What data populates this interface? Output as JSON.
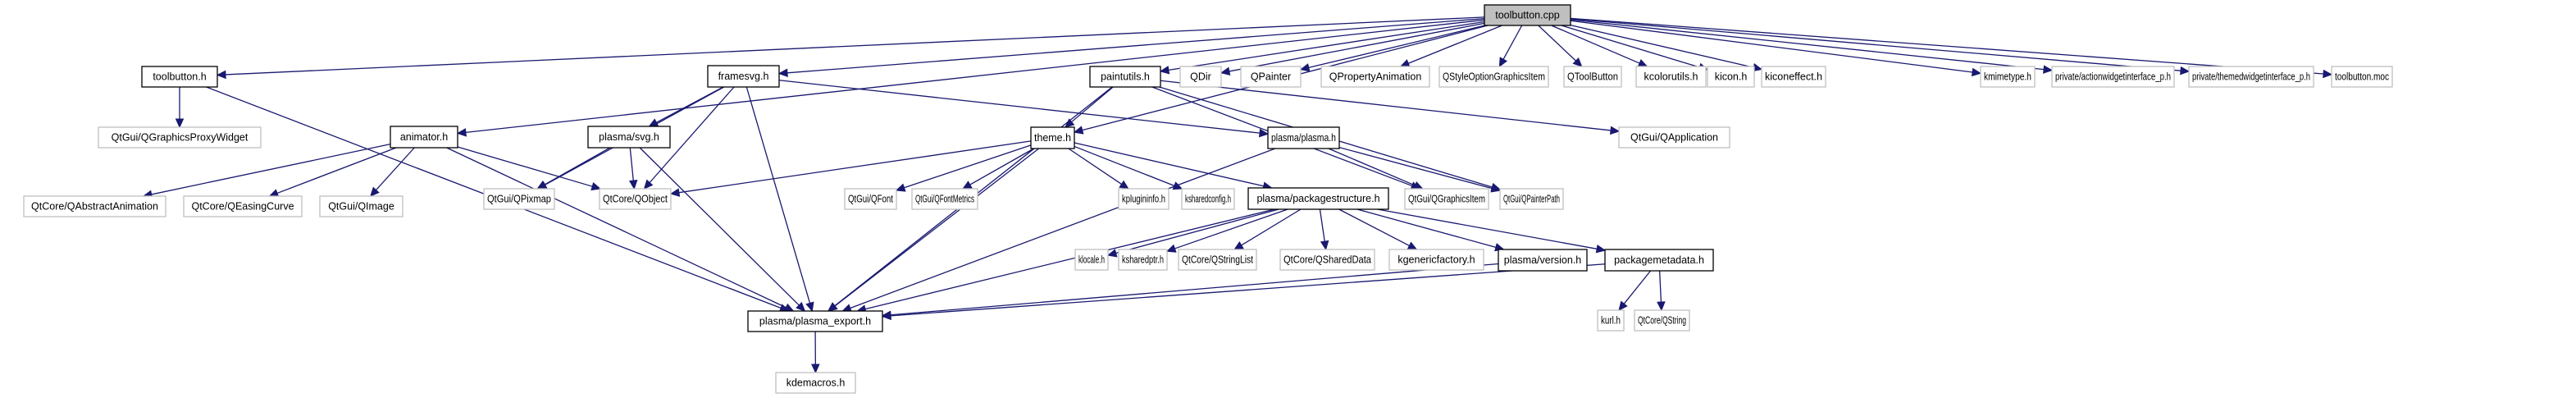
{
  "diagram": {
    "type": "include-dependency-graph",
    "root": "toolbutton.cpp",
    "colors": {
      "edge": "#191970",
      "root_fill": "#bfbfbf",
      "internal_border": "#000000",
      "external_border": "#bfbfbf"
    },
    "nodes": [
      {
        "id": "toolbutton_cpp",
        "label": "toolbutton.cpp",
        "kind": "root"
      },
      {
        "id": "toolbutton_h",
        "label": "toolbutton.h",
        "kind": "internal"
      },
      {
        "id": "qgraphicsproxywidget",
        "label": "QtGui/QGraphicsProxyWidget",
        "kind": "external"
      },
      {
        "id": "framesvg_h",
        "label": "framesvg.h",
        "kind": "internal"
      },
      {
        "id": "paintutils_h",
        "label": "paintutils.h",
        "kind": "internal"
      },
      {
        "id": "qdir",
        "label": "QDir",
        "kind": "external"
      },
      {
        "id": "qpainter",
        "label": "QPainter",
        "kind": "external"
      },
      {
        "id": "qpropertyanimation",
        "label": "QPropertyAnimation",
        "kind": "external"
      },
      {
        "id": "qstyleoptiongraphicsitem",
        "label": "QStyleOptionGraphicsItem",
        "kind": "external"
      },
      {
        "id": "qtoolbutton",
        "label": "QToolButton",
        "kind": "external"
      },
      {
        "id": "kcolorutils_h",
        "label": "kcolorutils.h",
        "kind": "external"
      },
      {
        "id": "kicon_h",
        "label": "kicon.h",
        "kind": "external"
      },
      {
        "id": "kiconeffect_h",
        "label": "kiconeffect.h",
        "kind": "external"
      },
      {
        "id": "kmimetype_h",
        "label": "kmimetype.h",
        "kind": "external"
      },
      {
        "id": "actionwidgetinterface",
        "label": "private/actionwidgetinterface_p.h",
        "kind": "external"
      },
      {
        "id": "themedwidgetinterface",
        "label": "private/themedwidgetinterface_p.h",
        "kind": "external"
      },
      {
        "id": "toolbutton_moc",
        "label": "toolbutton.moc",
        "kind": "external"
      },
      {
        "id": "animator_h",
        "label": "animator.h",
        "kind": "internal"
      },
      {
        "id": "svg_h",
        "label": "plasma/svg.h",
        "kind": "internal"
      },
      {
        "id": "theme_h",
        "label": "theme.h",
        "kind": "internal"
      },
      {
        "id": "plasma_h",
        "label": "plasma/plasma.h",
        "kind": "internal"
      },
      {
        "id": "qapplication",
        "label": "QtGui/QApplication",
        "kind": "external"
      },
      {
        "id": "qabstractanimation",
        "label": "QtCore/QAbstractAnimation",
        "kind": "external"
      },
      {
        "id": "qeasingcurve",
        "label": "QtCore/QEasingCurve",
        "kind": "external"
      },
      {
        "id": "qimage",
        "label": "QtGui/QImage",
        "kind": "external"
      },
      {
        "id": "qpixmap",
        "label": "QtGui/QPixmap",
        "kind": "external"
      },
      {
        "id": "qobject",
        "label": "QtCore/QObject",
        "kind": "external"
      },
      {
        "id": "qfont",
        "label": "QtGui/QFont",
        "kind": "external"
      },
      {
        "id": "qfontmetrics",
        "label": "QtGui/QFontMetrics",
        "kind": "external"
      },
      {
        "id": "kplugininfo_h",
        "label": "kplugininfo.h",
        "kind": "external"
      },
      {
        "id": "ksharedconfig_h",
        "label": "ksharedconfig.h",
        "kind": "external"
      },
      {
        "id": "packagestructure_h",
        "label": "plasma/packagestructure.h",
        "kind": "internal"
      },
      {
        "id": "qgraphicsitem",
        "label": "QtGui/QGraphicsItem",
        "kind": "external"
      },
      {
        "id": "qpainterpath",
        "label": "QtGui/QPainterPath",
        "kind": "external"
      },
      {
        "id": "klocale_h",
        "label": "klocale.h",
        "kind": "external"
      },
      {
        "id": "ksharedptr_h",
        "label": "ksharedptr.h",
        "kind": "external"
      },
      {
        "id": "qstringlist",
        "label": "QtCore/QStringList",
        "kind": "external"
      },
      {
        "id": "qshareddata",
        "label": "QtCore/QSharedData",
        "kind": "external"
      },
      {
        "id": "kgenericfactory_h",
        "label": "kgenericfactory.h",
        "kind": "external"
      },
      {
        "id": "version_h",
        "label": "plasma/version.h",
        "kind": "internal"
      },
      {
        "id": "packagemetadata_h",
        "label": "packagemetadata.h",
        "kind": "internal"
      },
      {
        "id": "plasma_export_h",
        "label": "plasma/plasma_export.h",
        "kind": "internal"
      },
      {
        "id": "kurl_h",
        "label": "kurl.h",
        "kind": "external"
      },
      {
        "id": "qstring",
        "label": "QtCore/QString",
        "kind": "external"
      },
      {
        "id": "kdemacros_h",
        "label": "kdemacros.h",
        "kind": "external"
      }
    ],
    "edges": [
      [
        "toolbutton_cpp",
        "toolbutton_h"
      ],
      [
        "toolbutton_cpp",
        "framesvg_h"
      ],
      [
        "toolbutton_cpp",
        "paintutils_h"
      ],
      [
        "toolbutton_cpp",
        "qdir"
      ],
      [
        "toolbutton_cpp",
        "qpainter"
      ],
      [
        "toolbutton_cpp",
        "qpropertyanimation"
      ],
      [
        "toolbutton_cpp",
        "qstyleoptiongraphicsitem"
      ],
      [
        "toolbutton_cpp",
        "qtoolbutton"
      ],
      [
        "toolbutton_cpp",
        "kcolorutils_h"
      ],
      [
        "toolbutton_cpp",
        "kicon_h"
      ],
      [
        "toolbutton_cpp",
        "kiconeffect_h"
      ],
      [
        "toolbutton_cpp",
        "kmimetype_h"
      ],
      [
        "toolbutton_cpp",
        "actionwidgetinterface"
      ],
      [
        "toolbutton_cpp",
        "themedwidgetinterface"
      ],
      [
        "toolbutton_cpp",
        "toolbutton_moc"
      ],
      [
        "toolbutton_cpp",
        "animator_h"
      ],
      [
        "toolbutton_cpp",
        "theme_h"
      ],
      [
        "toolbutton_h",
        "qgraphicsproxywidget"
      ],
      [
        "toolbutton_h",
        "plasma_export_h"
      ],
      [
        "framesvg_h",
        "svg_h"
      ],
      [
        "framesvg_h",
        "qobject"
      ],
      [
        "framesvg_h",
        "qpixmap"
      ],
      [
        "framesvg_h",
        "plasma_export_h"
      ],
      [
        "framesvg_h",
        "plasma_h"
      ],
      [
        "paintutils_h",
        "theme_h"
      ],
      [
        "paintutils_h",
        "qapplication"
      ],
      [
        "paintutils_h",
        "qgraphicsitem"
      ],
      [
        "paintutils_h",
        "qpainterpath"
      ],
      [
        "paintutils_h",
        "plasma_export_h"
      ],
      [
        "animator_h",
        "qabstractanimation"
      ],
      [
        "animator_h",
        "qeasingcurve"
      ],
      [
        "animator_h",
        "qimage"
      ],
      [
        "animator_h",
        "qobject"
      ],
      [
        "animator_h",
        "plasma_export_h"
      ],
      [
        "svg_h",
        "qpixmap"
      ],
      [
        "svg_h",
        "qobject"
      ],
      [
        "svg_h",
        "plasma_export_h"
      ],
      [
        "theme_h",
        "qobject"
      ],
      [
        "theme_h",
        "qfont"
      ],
      [
        "theme_h",
        "qfontmetrics"
      ],
      [
        "theme_h",
        "kplugininfo_h"
      ],
      [
        "theme_h",
        "ksharedconfig_h"
      ],
      [
        "theme_h",
        "packagestructure_h"
      ],
      [
        "theme_h",
        "plasma_export_h"
      ],
      [
        "plasma_h",
        "qgraphicsitem"
      ],
      [
        "plasma_h",
        "qpainterpath"
      ],
      [
        "plasma_h",
        "plasma_export_h"
      ],
      [
        "packagestructure_h",
        "klocale_h"
      ],
      [
        "packagestructure_h",
        "ksharedptr_h"
      ],
      [
        "packagestructure_h",
        "qstringlist"
      ],
      [
        "packagestructure_h",
        "qshareddata"
      ],
      [
        "packagestructure_h",
        "kgenericfactory_h"
      ],
      [
        "packagestructure_h",
        "version_h"
      ],
      [
        "packagestructure_h",
        "packagemetadata_h"
      ],
      [
        "packagestructure_h",
        "plasma_export_h"
      ],
      [
        "version_h",
        "plasma_export_h"
      ],
      [
        "packagemetadata_h",
        "plasma_export_h"
      ],
      [
        "packagemetadata_h",
        "kurl_h"
      ],
      [
        "packagemetadata_h",
        "qstring"
      ],
      [
        "plasma_export_h",
        "kdemacros_h"
      ]
    ]
  }
}
